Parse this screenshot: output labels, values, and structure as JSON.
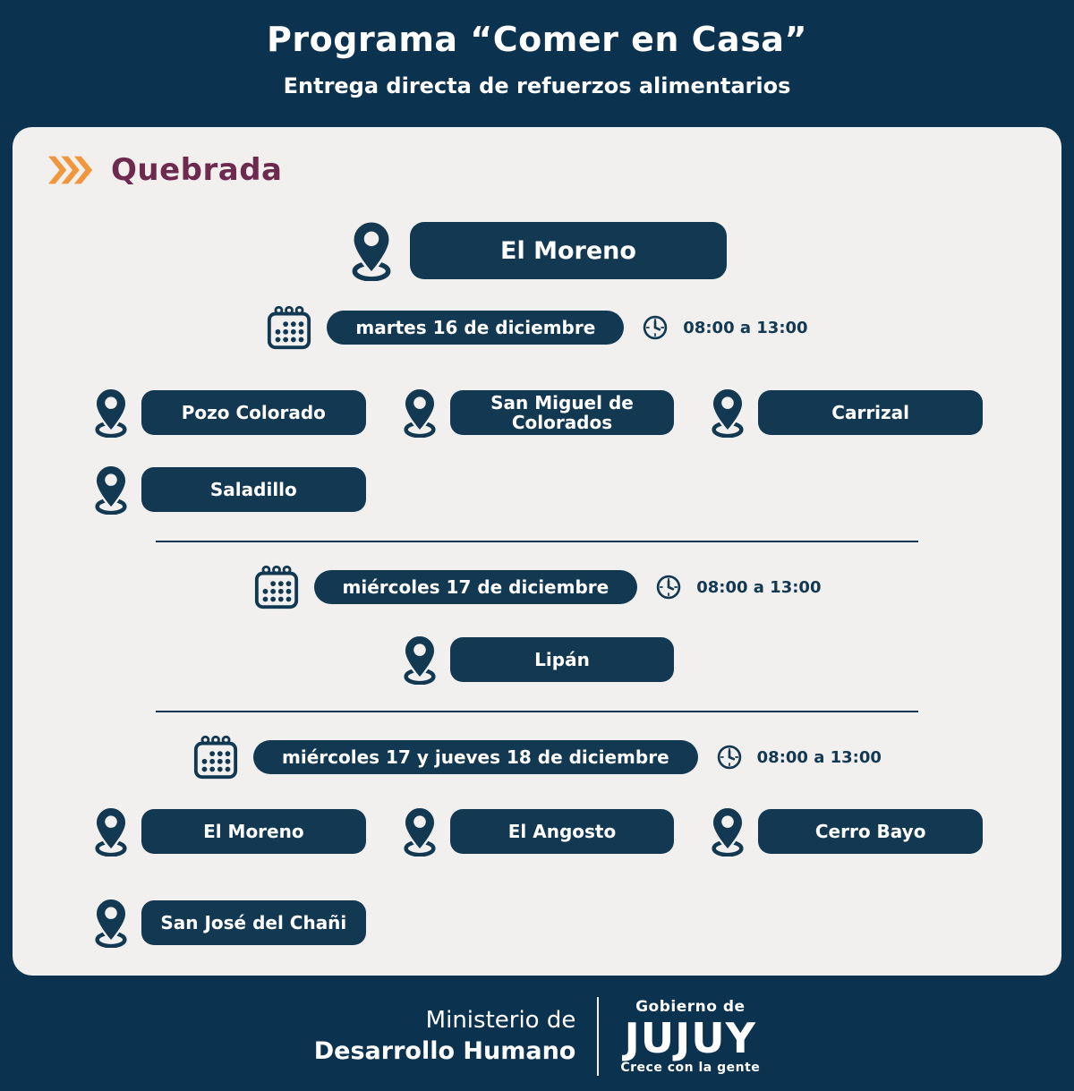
{
  "page": {
    "title": "Programa “Comer en Casa”",
    "subtitle": "Entrega directa de refuerzos alimentarios"
  },
  "region": {
    "label": "Quebrada"
  },
  "main_location": {
    "name": "El Moreno"
  },
  "schedules": [
    {
      "date": "martes 16 de diciembre",
      "time": "08:00 a 13:00",
      "locations": [
        "Pozo Colorado",
        "San Miguel de Colorados",
        "Carrizal",
        "Saladillo"
      ]
    },
    {
      "date": "miércoles 17 de diciembre",
      "time": "08:00 a 13:00",
      "locations": [
        "Lipán"
      ]
    },
    {
      "date": "miércoles 17 y jueves 18 de diciembre",
      "time": "08:00 a 13:00",
      "locations": [
        "El Moreno",
        "El Angosto",
        "Cerro Bayo",
        "San José del Chañi"
      ]
    }
  ],
  "footer": {
    "ministry_line1": "Ministerio de",
    "ministry_line2": "Desarrollo Humano",
    "gov_top": "Gobierno de",
    "gov_name": "JUJUY",
    "gov_tagline": "Crece con la gente"
  },
  "icons": {
    "chevrons": "triple-chevron-icon",
    "pin": "location-pin-icon",
    "calendar": "calendar-icon",
    "clock": "clock-icon"
  },
  "colors": {
    "background_navy": "#0b324f",
    "card_gray": "#f1f0ee",
    "pill_navy": "#123852",
    "region_purple": "#6e2a4e",
    "accent_orange": "#f0963c",
    "text_white": "#ffffff"
  }
}
